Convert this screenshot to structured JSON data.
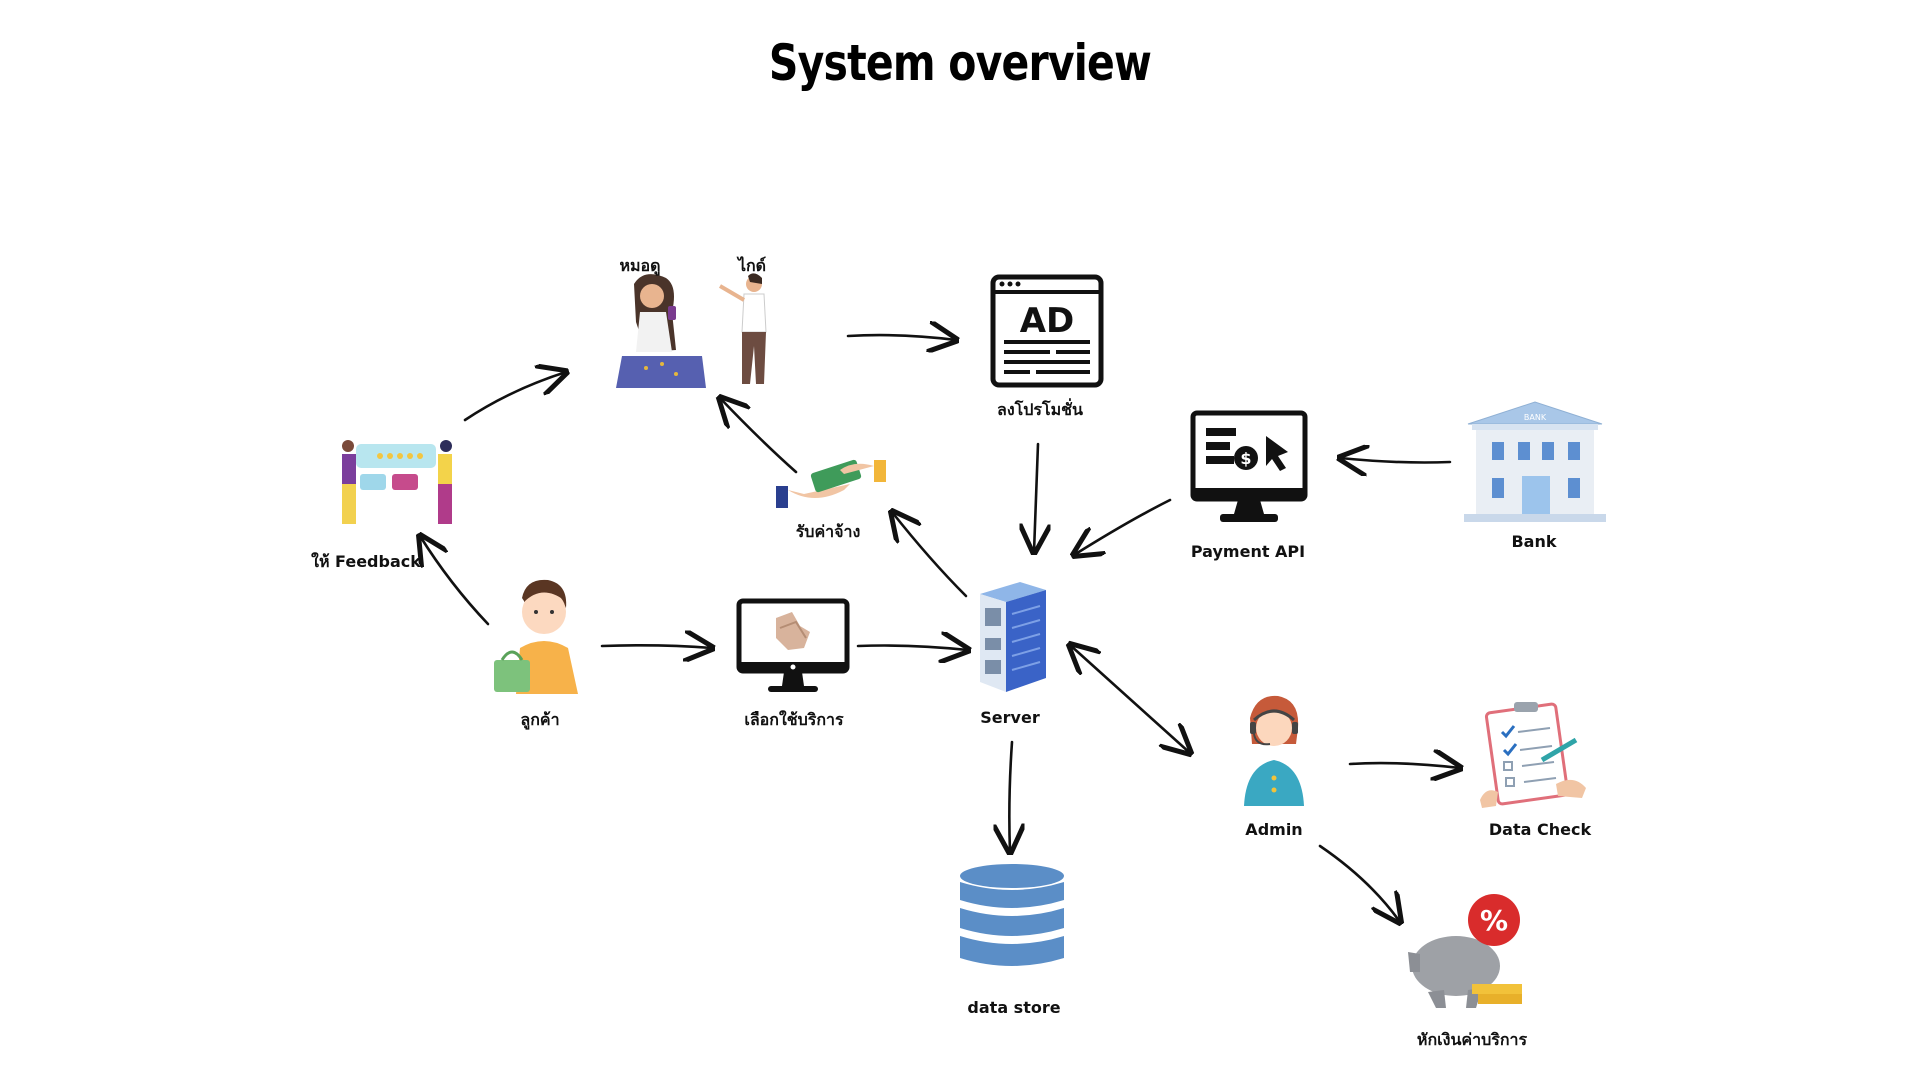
{
  "title": "System overview",
  "nodes": {
    "hmodu": "หมอดู",
    "guide": "ไกด์",
    "promo": "ลงโปรโมชั่น",
    "payment_api": "Payment API",
    "bank": "Bank",
    "bank_sign": "BANK",
    "feedback": "ให้ Feedback",
    "payment_receive": "รับค่าจ้าง",
    "customer": "ลูกค้า",
    "select_service": "เลือกใช้บริการ",
    "server": "Server",
    "admin": "Admin",
    "data_check": "Data Check",
    "data_store": "data store",
    "fee": "หักเงินค่าบริการ",
    "ad_text": "AD"
  },
  "edges": [
    {
      "from": "hmodu_guide",
      "to": "promo"
    },
    {
      "from": "promo",
      "to": "server"
    },
    {
      "from": "payment_api",
      "to": "server"
    },
    {
      "from": "bank",
      "to": "payment_api"
    },
    {
      "from": "feedback",
      "to": "hmodu_guide"
    },
    {
      "from": "payment_receive",
      "to": "hmodu_guide"
    },
    {
      "from": "server",
      "to": "payment_receive"
    },
    {
      "from": "customer",
      "to": "feedback"
    },
    {
      "from": "customer",
      "to": "select_service"
    },
    {
      "from": "select_service",
      "to": "server"
    },
    {
      "from": "server",
      "to": "admin",
      "bidirectional": true
    },
    {
      "from": "admin",
      "to": "data_check"
    },
    {
      "from": "admin",
      "to": "fee"
    },
    {
      "from": "server",
      "to": "data_store"
    }
  ]
}
